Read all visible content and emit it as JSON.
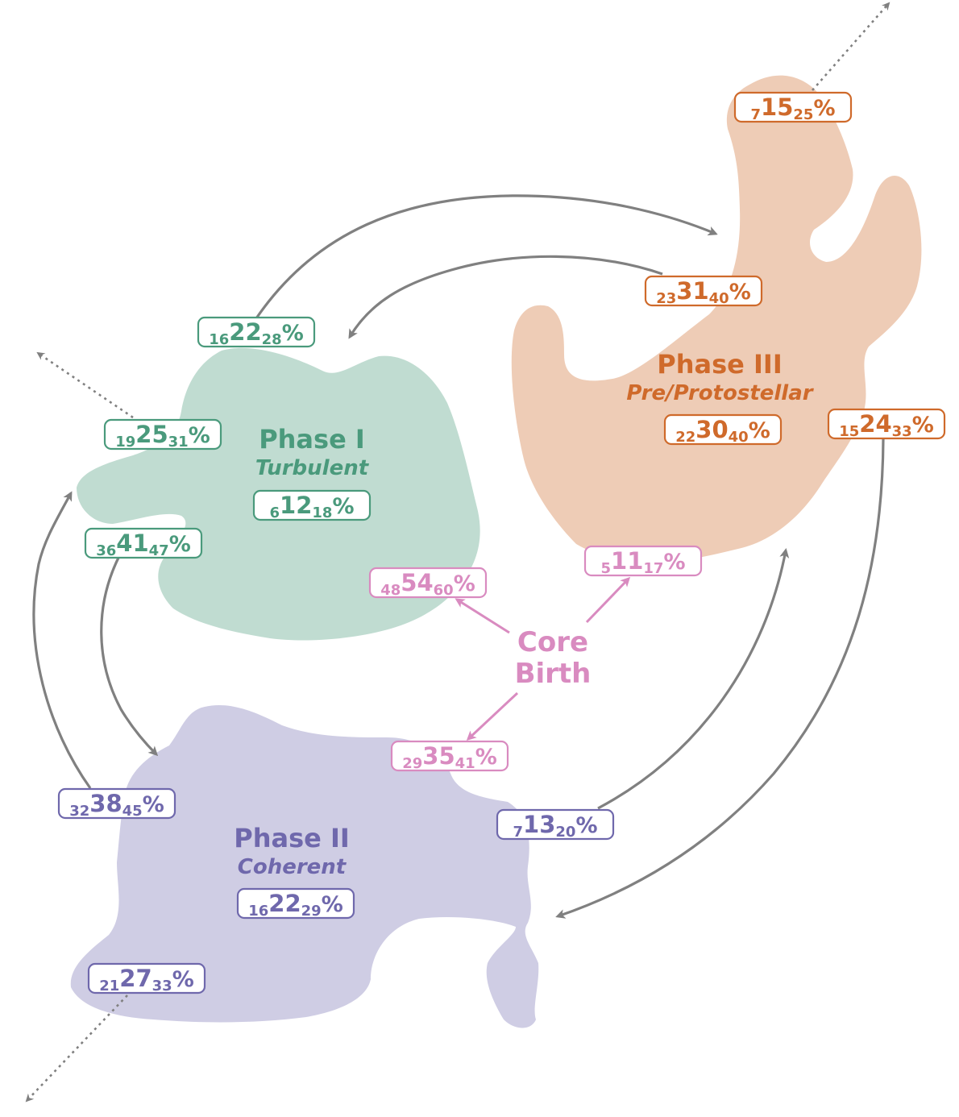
{
  "colors": {
    "phase1_text": "#4a9a7c",
    "phase1_fill": "#c0dcd1",
    "phase2_text": "#6f68ac",
    "phase2_fill": "#cfcde4",
    "phase3_text": "#cf6a2b",
    "phase3_fill": "#eeccb6",
    "core_birth": "#d98bc0",
    "arrow": "#808080"
  },
  "phases": {
    "phase1": {
      "title": "Phase I",
      "subtitle": "Turbulent"
    },
    "phase2": {
      "title": "Phase II",
      "subtitle": "Coherent"
    },
    "phase3": {
      "title": "Phase III",
      "subtitle": "Pre/Protostellar"
    },
    "core_birth": {
      "line1": "Core",
      "line2": "Birth"
    }
  },
  "percent_labels": {
    "p1_stay": {
      "low": "6",
      "mid": "12",
      "high": "18",
      "unit": "%"
    },
    "p1_to_p3": {
      "low": "16",
      "mid": "22",
      "high": "28",
      "unit": "%"
    },
    "p1_dissolve": {
      "low": "19",
      "mid": "25",
      "high": "31",
      "unit": "%"
    },
    "p1_to_p2": {
      "low": "36",
      "mid": "41",
      "high": "47",
      "unit": "%"
    },
    "p2_stay": {
      "low": "16",
      "mid": "22",
      "high": "29",
      "unit": "%"
    },
    "p2_to_p1": {
      "low": "32",
      "mid": "38",
      "high": "45",
      "unit": "%"
    },
    "p2_to_p3": {
      "low": "7",
      "mid": "13",
      "high": "20",
      "unit": "%"
    },
    "p2_dissolve": {
      "low": "21",
      "mid": "27",
      "high": "33",
      "unit": "%"
    },
    "p3_stay": {
      "low": "22",
      "mid": "30",
      "high": "40",
      "unit": "%"
    },
    "p3_dissolve": {
      "low": "7",
      "mid": "15",
      "high": "25",
      "unit": "%"
    },
    "p3_to_p1": {
      "low": "23",
      "mid": "31",
      "high": "40",
      "unit": "%"
    },
    "p3_to_p2": {
      "low": "15",
      "mid": "24",
      "high": "33",
      "unit": "%"
    },
    "birth_to_p1": {
      "low": "48",
      "mid": "54",
      "high": "60",
      "unit": "%"
    },
    "birth_to_p3": {
      "low": "5",
      "mid": "11",
      "high": "17",
      "unit": "%"
    },
    "birth_to_p2": {
      "low": "29",
      "mid": "35",
      "high": "41",
      "unit": "%"
    }
  }
}
